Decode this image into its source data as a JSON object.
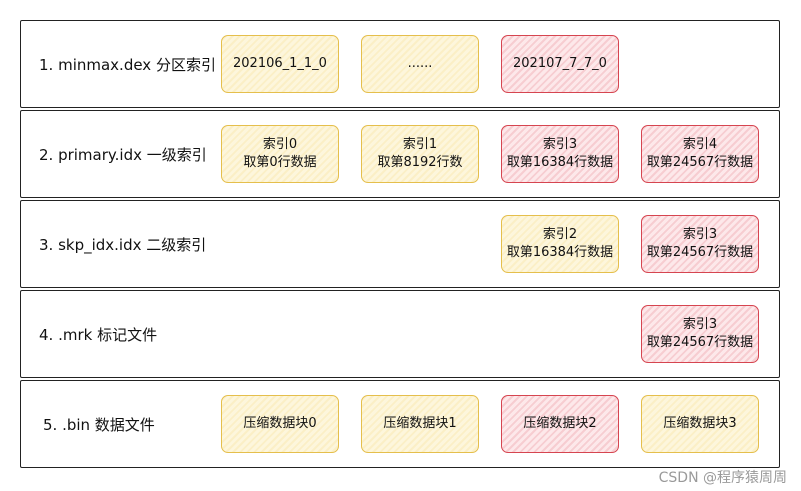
{
  "rows": [
    {
      "label": "1. minmax.dex 分区索引",
      "boxes": [
        {
          "lines": [
            "202106_1_1_0"
          ],
          "color": "yellow"
        },
        {
          "lines": [
            "......"
          ],
          "color": "yellow"
        },
        {
          "lines": [
            "202107_7_7_0"
          ],
          "color": "red"
        }
      ]
    },
    {
      "label": "2. primary.idx 一级索引",
      "boxes": [
        {
          "lines": [
            "索引0",
            "取第0行数据"
          ],
          "color": "yellow"
        },
        {
          "lines": [
            "索引1",
            "取第8192行数"
          ],
          "color": "yellow"
        },
        {
          "lines": [
            "索引3",
            "取第16384行数据"
          ],
          "color": "red"
        },
        {
          "lines": [
            "索引4",
            "取第24567行数据"
          ],
          "color": "red"
        }
      ]
    },
    {
      "label": "3. skp_idx.idx 二级索引",
      "boxes": [
        {
          "lines": [
            "索引2",
            "取第16384行数据"
          ],
          "color": "yellow"
        },
        {
          "lines": [
            "索引3",
            "取第24567行数据"
          ],
          "color": "red"
        }
      ]
    },
    {
      "label": "4. .mrk 标记文件",
      "boxes": [
        {
          "lines": [
            "索引3",
            "取第24567行数据"
          ],
          "color": "red"
        }
      ]
    },
    {
      "label": "5. .bin 数据文件",
      "boxes": [
        {
          "lines": [
            "压缩数据块0"
          ],
          "color": "yellow"
        },
        {
          "lines": [
            "压缩数据块1"
          ],
          "color": "yellow"
        },
        {
          "lines": [
            "压缩数据块2"
          ],
          "color": "red"
        },
        {
          "lines": [
            "压缩数据块3"
          ],
          "color": "yellow"
        }
      ]
    }
  ],
  "watermark": "CSDN @程序猿周周",
  "colors": {
    "yellow_border": "#e5bf4c",
    "red_border": "#d64550"
  }
}
